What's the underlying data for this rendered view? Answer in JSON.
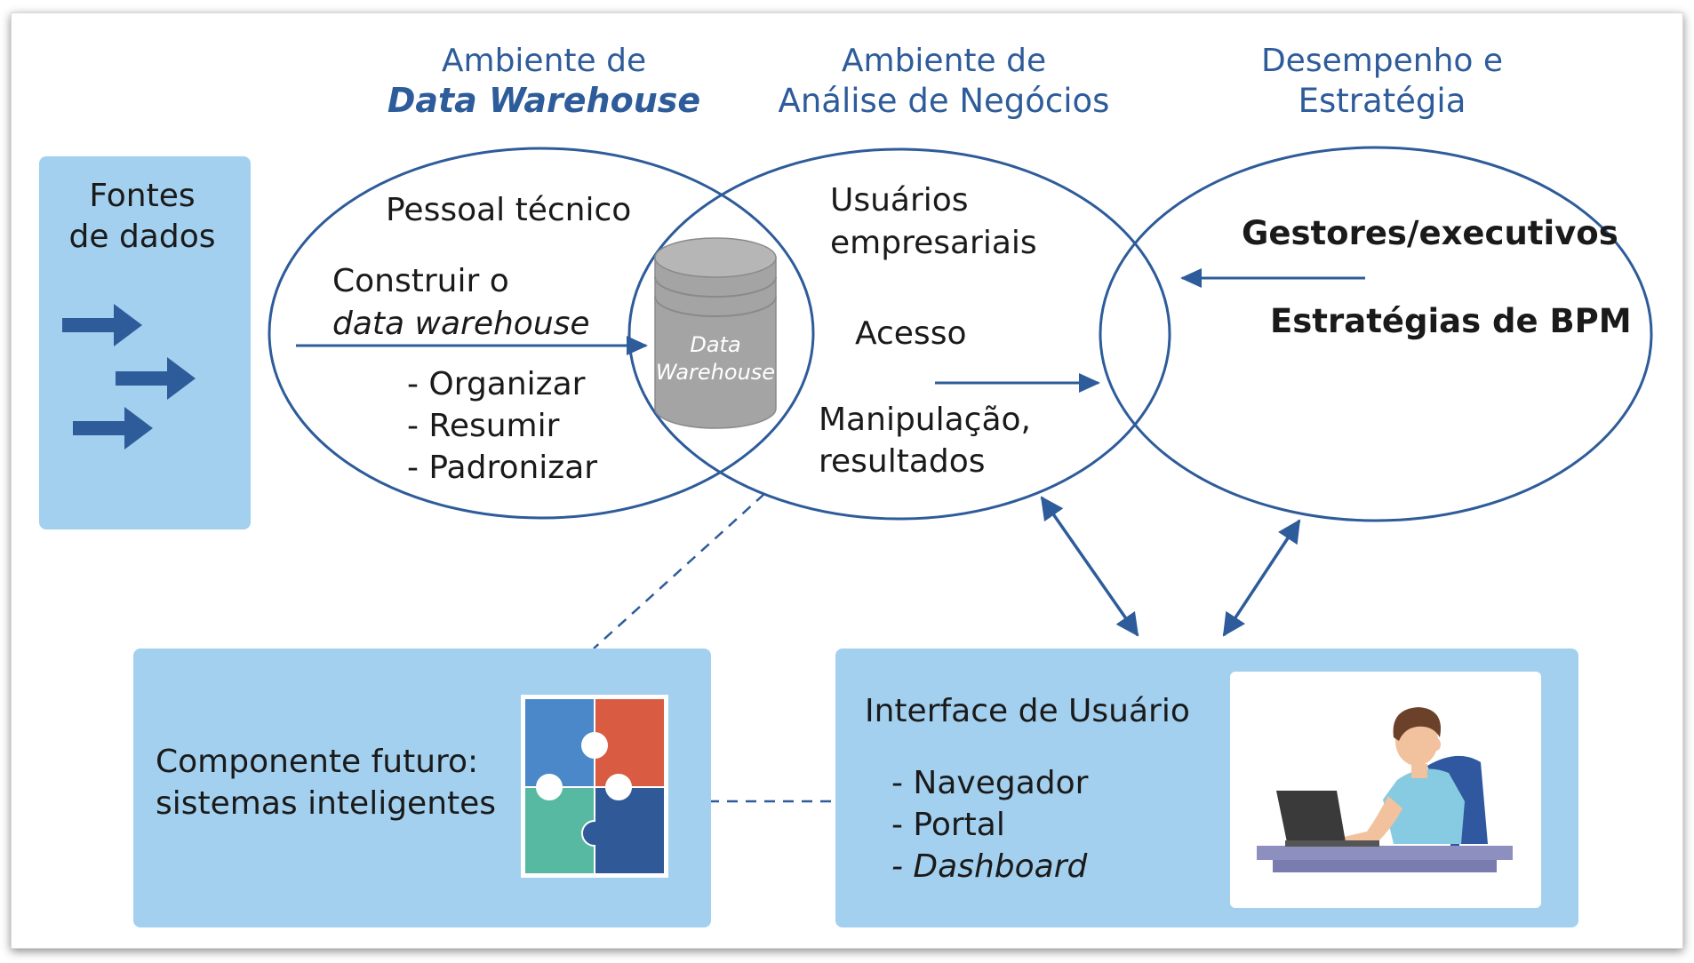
{
  "headers": {
    "dw_line1": "Ambiente de",
    "dw_line2": "Data Warehouse",
    "ba_line1": "Ambiente de",
    "ba_line2": "Análise de Negócios",
    "ps_line1": "Desempenho e",
    "ps_line2": "Estratégia"
  },
  "sources": {
    "line1": "Fontes",
    "line2": "de dados"
  },
  "dw": {
    "staff": "Pessoal técnico",
    "build_line1": "Construir o",
    "build_line2": "data warehouse",
    "items": [
      "- Organizar",
      "- Resumir",
      "- Padronizar"
    ],
    "cylinder_line1": "Data",
    "cylinder_line2": "Warehouse"
  },
  "ba": {
    "users_line1": "Usuários",
    "users_line2": "empresariais",
    "access": "Acesso",
    "manip_line1": "Manipulação,",
    "manip_line2": "resultados"
  },
  "ps": {
    "managers": "Gestores/executivos",
    "strategies": "Estratégias de BPM"
  },
  "future": {
    "line1": "Componente futuro:",
    "line2": "sistemas inteligentes"
  },
  "ui": {
    "title": "Interface de Usuário",
    "items": [
      "- Navegador",
      "- Portal",
      "- Dashboard"
    ]
  },
  "colors": {
    "panel": "#a3d0ef",
    "accent": "#2e5c9a",
    "cylinder": "#a4a4a4",
    "puzzle_blue": "#4a88c9",
    "puzzle_red": "#d95b41",
    "puzzle_green": "#58b9a2",
    "puzzle_navy": "#2f5a97"
  }
}
